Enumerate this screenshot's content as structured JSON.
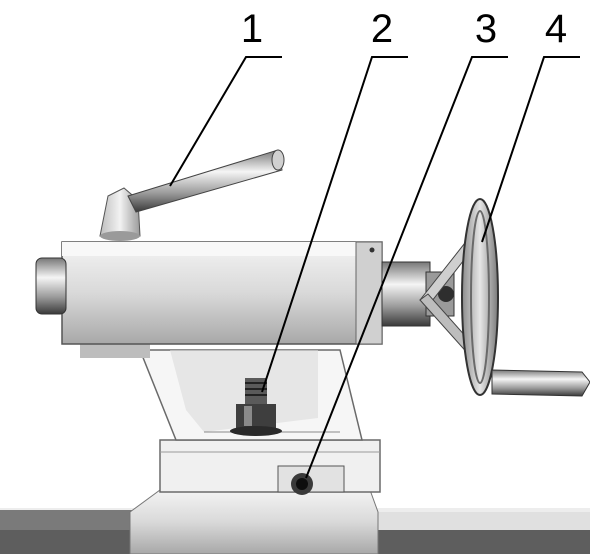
{
  "callouts": [
    {
      "number": "1"
    },
    {
      "number": "2"
    },
    {
      "number": "3"
    },
    {
      "number": "4"
    }
  ],
  "colors": {
    "background": "#ffffff",
    "ink": "#000000",
    "metal_light": "#eeeeee",
    "metal_mid": "#c8c8c8",
    "metal_dark": "#4a4a4a"
  }
}
